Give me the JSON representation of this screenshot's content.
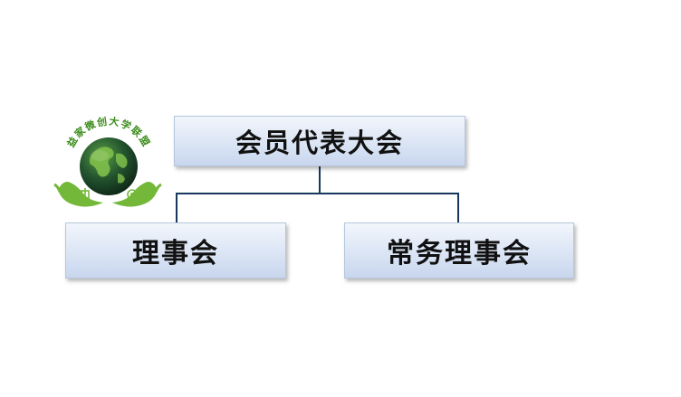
{
  "diagram": {
    "root": {
      "label": "会员代表大会"
    },
    "children": [
      {
        "label": "理事会"
      },
      {
        "label": "常务理事会"
      }
    ]
  },
  "logo": {
    "text": "益家微创大学联盟",
    "colors": {
      "text": "#3c8c1c",
      "hands": "#74b83a",
      "globe_land": "#3f8a2a",
      "globe_ocean": "#1a4a2a"
    }
  },
  "colors": {
    "box_top": "#f2f6fc",
    "box_bottom": "#c8d6ee",
    "connector": "#17375e"
  }
}
